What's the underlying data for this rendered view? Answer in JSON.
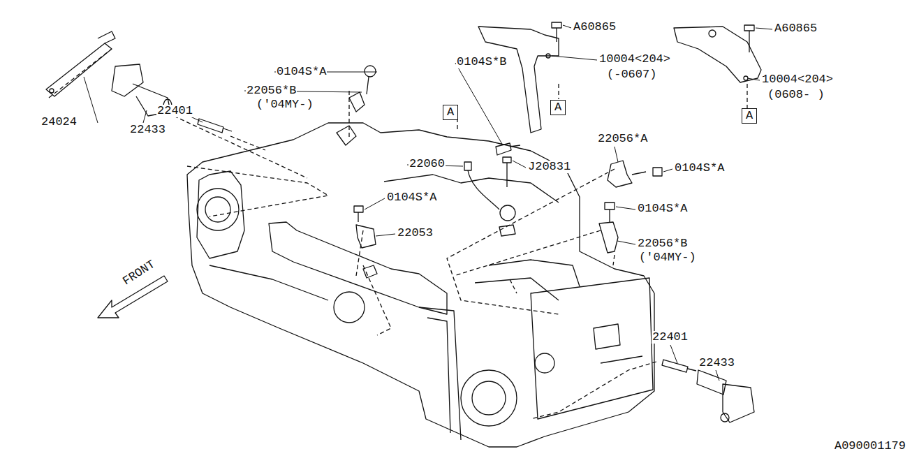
{
  "diagram": {
    "nodes": [
      {
        "text": [
          "A"
        ]
      },
      {
        "text": [
          "A"
        ]
      },
      {
        "text": [
          "A"
        ]
      }
    ],
    "labels": [
      "0104S*A",
      "22056*B",
      "('04MY-)",
      "24024",
      "22433",
      "22401",
      "0104S*B",
      "A60865",
      "10004<204>",
      "(-0607)",
      "A60865",
      "10004<204>",
      "(0608- )",
      "22056*A",
      "0104S*A",
      "22060",
      "J20831",
      "0104S*A",
      "22053",
      "0104S*A",
      "22056*B",
      "('04MY-)",
      "22401",
      "22433",
      "A090001179",
      "FRONT"
    ]
  }
}
